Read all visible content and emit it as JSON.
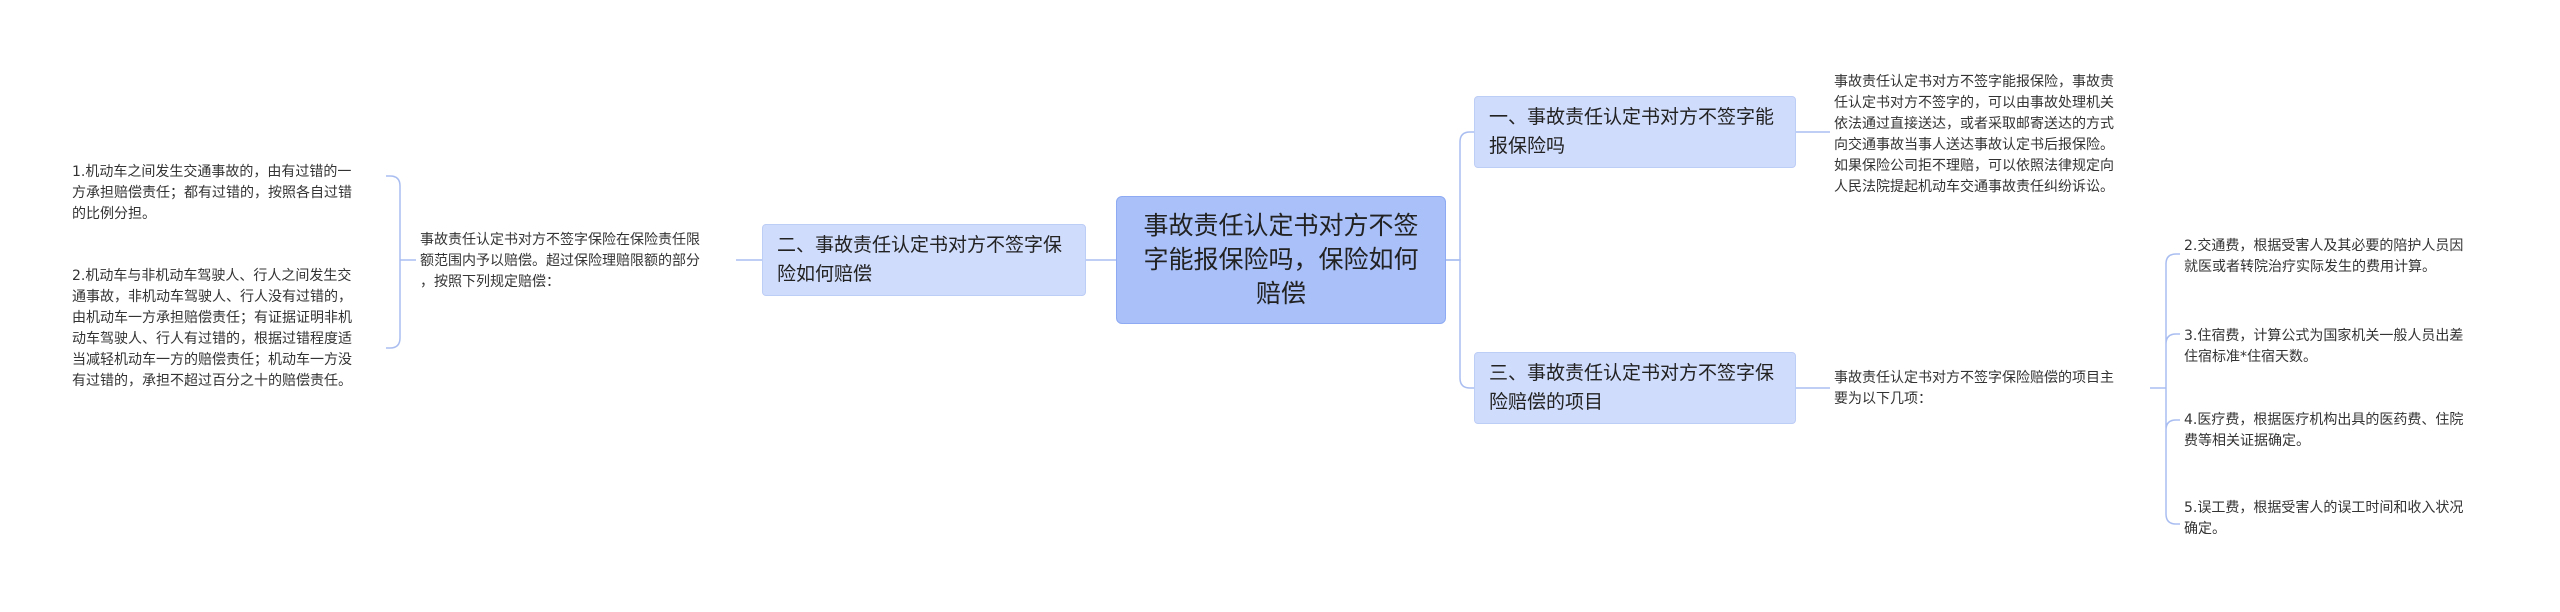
{
  "mindmap": {
    "root": "事故责任认定书对方不签字能报保险吗，保险如何赔偿",
    "branches": [
      {
        "label": "一、事故责任认定书对方不签字能报保险吗",
        "text": "事故责任认定书对方不签字能报保险，事故责\n任认定书对方不签字的，可以由事故处理机关\n依法通过直接送达，或者采取邮寄送达的方式\n向交通事故当事人送达事故认定书后报保险。\n如果保险公司拒不理赔，可以依照法律规定向\n人民法院提起机动车交通事故责任纠纷诉讼。"
      },
      {
        "label": "二、事故责任认定书对方不签字保险如何赔偿",
        "text": "事故责任认定书对方不签字保险在保险责任限\n额范围内予以赔偿。超过保险理赔限额的部分\n，按照下列规定赔偿：",
        "items": [
          "1.机动车之间发生交通事故的，由有过错的一\n方承担赔偿责任；都有过错的，按照各自过错\n的比例分担。",
          "2.机动车与非机动车驾驶人、行人之间发生交\n通事故，非机动车驾驶人、行人没有过错的，\n由机动车一方承担赔偿责任；有证据证明非机\n动车驾驶人、行人有过错的，根据过错程度适\n当减轻机动车一方的赔偿责任；机动车一方没\n有过错的，承担不超过百分之十的赔偿责任。"
        ]
      },
      {
        "label": "三、事故责任认定书对方不签字保险赔偿的项目",
        "text": "事故责任认定书对方不签字保险赔偿的项目主\n要为以下几项：",
        "items": [
          "2.交通费，根据受害人及其必要的陪护人员因\n就医或者转院治疗实际发生的费用计算。",
          "3.住宿费，计算公式为国家机关一般人员出差\n住宿标准*住宿天数。",
          "4.医疗费，根据医疗机构出具的医药费、住院\n费等相关证据确定。",
          "5.误工费，根据受害人的误工时间和收入状况\n确定。"
        ]
      }
    ]
  },
  "colors": {
    "root_fill": "#a9c0f8",
    "branch_fill": "#d0dcfb",
    "connector": "#a9bdf0"
  }
}
